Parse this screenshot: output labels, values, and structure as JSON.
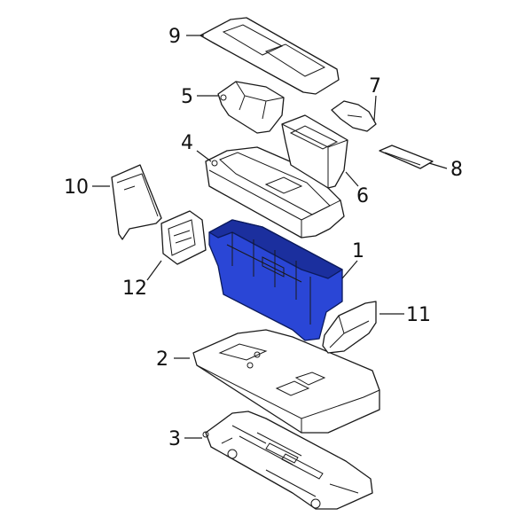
{
  "colors": {
    "highlight": "#2a46d6",
    "highlight_dark": "#1b2f9e",
    "line": "#1a1a1a",
    "background": "#ffffff"
  },
  "callouts": [
    {
      "id": "1",
      "label": "1"
    },
    {
      "id": "2",
      "label": "2"
    },
    {
      "id": "3",
      "label": "3"
    },
    {
      "id": "4",
      "label": "4"
    },
    {
      "id": "5",
      "label": "5"
    },
    {
      "id": "6",
      "label": "6"
    },
    {
      "id": "7",
      "label": "7"
    },
    {
      "id": "8",
      "label": "8"
    },
    {
      "id": "9",
      "label": "9"
    },
    {
      "id": "10",
      "label": "10"
    },
    {
      "id": "11",
      "label": "11"
    },
    {
      "id": "12",
      "label": "12"
    }
  ]
}
